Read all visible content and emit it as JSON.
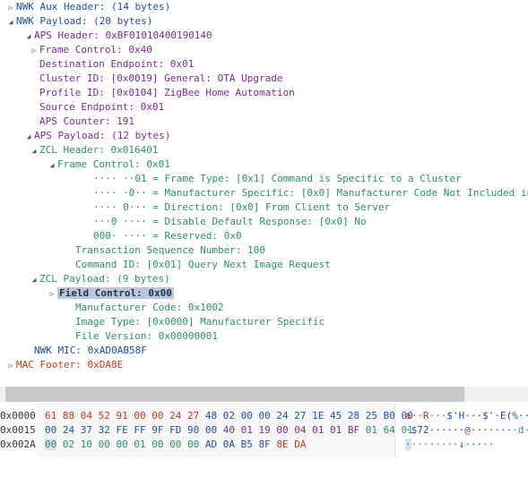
{
  "tree": [
    {
      "indent": 0,
      "arrow": "right",
      "color": "blue",
      "text": "NWK Aux Header: (14 bytes)"
    },
    {
      "indent": 0,
      "arrow": "down",
      "color": "blue",
      "text": "NWK Payload: (20 bytes)"
    },
    {
      "indent": 1,
      "arrow": "down",
      "color": "purple",
      "text": "APS Header: 0xBF01010400190140"
    },
    {
      "indent": 2,
      "arrow": "right",
      "color": "purple",
      "text": "Frame Control: 0x40"
    },
    {
      "indent": 2,
      "arrow": "none",
      "color": "purple",
      "text": "Destination Endpoint: 0x01"
    },
    {
      "indent": 2,
      "arrow": "none",
      "color": "purple",
      "text": "Cluster ID: [0x0019] General: OTA Upgrade"
    },
    {
      "indent": 2,
      "arrow": "none",
      "color": "purple",
      "text": "Profile ID: [0x0104] ZigBee Home Automation"
    },
    {
      "indent": 2,
      "arrow": "none",
      "color": "purple",
      "text": "Source Endpoint: 0x01"
    },
    {
      "indent": 2,
      "arrow": "none",
      "color": "purple",
      "text": "APS Counter: 191"
    },
    {
      "indent": 1,
      "arrow": "down",
      "color": "purple",
      "text": "APS Payload: (12 bytes)"
    },
    {
      "indent": 2,
      "arrow": "down",
      "color": "green",
      "text": "ZCL Header: 0x016401"
    },
    {
      "indent": 3,
      "arrow": "down",
      "color": "green",
      "text": "Frame Control: 0x01"
    },
    {
      "indent": 5,
      "arrow": "none",
      "color": "green",
      "text": "···· ··01 = Frame Type: [0x1] Command is Specific to a Cluster"
    },
    {
      "indent": 5,
      "arrow": "none",
      "color": "green",
      "text": "···· ·0·· = Manufacturer Specific: [0x0] Manufacturer Code Not Included in"
    },
    {
      "indent": 5,
      "arrow": "none",
      "color": "green",
      "text": "···· 0··· = Direction: [0x0] From Client to Server"
    },
    {
      "indent": 5,
      "arrow": "none",
      "color": "green",
      "text": "···0 ···· = Disable Default Response: [0x0] No"
    },
    {
      "indent": 5,
      "arrow": "none",
      "color": "green",
      "text": "000· ···· = Reserved: 0x0"
    },
    {
      "indent": 4,
      "arrow": "none",
      "color": "green",
      "text": "Transaction Sequence Number: 100"
    },
    {
      "indent": 4,
      "arrow": "none",
      "color": "green",
      "text": "Command ID: [0x01] Query Next Image Request"
    },
    {
      "indent": 2,
      "arrow": "down",
      "color": "green",
      "text": "ZCL Payload: (9 bytes)"
    },
    {
      "indent": 3,
      "arrow": "right",
      "color": "green",
      "text": "Field Control: 0x00",
      "selected": true
    },
    {
      "indent": 4,
      "arrow": "none",
      "color": "green",
      "text": "Manufacturer Code: 0x1002"
    },
    {
      "indent": 4,
      "arrow": "none",
      "color": "green",
      "text": "Image Type: [0x0000] Manufacturer Specific"
    },
    {
      "indent": 4,
      "arrow": "none",
      "color": "green",
      "text": "File Version: 0x00000001"
    },
    {
      "indent": 1,
      "arrow": "none",
      "color": "blue",
      "text": "NWK MIC: 0xAD0AB58F"
    },
    {
      "indent": 0,
      "arrow": "right",
      "color": "red",
      "text": "MAC Footer: 0xDA8E"
    }
  ],
  "hex_rows": [
    {
      "offset": "0x0000",
      "bytes": [
        {
          "v": "61",
          "c": "#c23a1c"
        },
        {
          "v": "88",
          "c": "#c23a1c"
        },
        {
          "v": "04",
          "c": "#c23a1c"
        },
        {
          "v": "52",
          "c": "#c23a1c"
        },
        {
          "v": "91",
          "c": "#c23a1c"
        },
        {
          "v": "00",
          "c": "#c23a1c"
        },
        {
          "v": "00",
          "c": "#c23a1c"
        },
        {
          "v": "24",
          "c": "#c23a1c"
        },
        {
          "v": "27",
          "c": "#c23a1c"
        },
        {
          "v": "48",
          "c": "#1f4fa3"
        },
        {
          "v": "02",
          "c": "#1f4fa3"
        },
        {
          "v": "00",
          "c": "#1f4fa3"
        },
        {
          "v": "00",
          "c": "#1f4fa3"
        },
        {
          "v": "24",
          "c": "#1f4fa3"
        },
        {
          "v": "27",
          "c": "#1f4fa3"
        },
        {
          "v": "1E",
          "c": "#1f4fa3"
        },
        {
          "v": "45",
          "c": "#1f4fa3"
        },
        {
          "v": "28",
          "c": "#1f4fa3"
        },
        {
          "v": "25",
          "c": "#1f4fa3"
        },
        {
          "v": "B0",
          "c": "#1f4fa3"
        },
        {
          "v": "00",
          "c": "#1f4fa3"
        }
      ],
      "ascii": [
        {
          "v": "a··R···",
          "c": "#c23a1c"
        },
        {
          "v": "$'H···$'·E(%··",
          "c": "#1f4fa3"
        }
      ]
    },
    {
      "offset": "0x0015",
      "bytes": [
        {
          "v": "00",
          "c": "#1f4fa3"
        },
        {
          "v": "24",
          "c": "#1f4fa3"
        },
        {
          "v": "37",
          "c": "#1f4fa3"
        },
        {
          "v": "32",
          "c": "#1f4fa3"
        },
        {
          "v": "FE",
          "c": "#1f4fa3"
        },
        {
          "v": "FF",
          "c": "#1f4fa3"
        },
        {
          "v": "9F",
          "c": "#1f4fa3"
        },
        {
          "v": "FD",
          "c": "#1f4fa3"
        },
        {
          "v": "90",
          "c": "#1f4fa3"
        },
        {
          "v": "00",
          "c": "#1f4fa3"
        },
        {
          "v": "40",
          "c": "#7a2d8c"
        },
        {
          "v": "01",
          "c": "#7a2d8c"
        },
        {
          "v": "19",
          "c": "#7a2d8c"
        },
        {
          "v": "00",
          "c": "#7a2d8c"
        },
        {
          "v": "04",
          "c": "#7a2d8c"
        },
        {
          "v": "01",
          "c": "#7a2d8c"
        },
        {
          "v": "01",
          "c": "#7a2d8c"
        },
        {
          "v": "BF",
          "c": "#7a2d8c"
        },
        {
          "v": "01",
          "c": "#2a8f6a"
        },
        {
          "v": "64",
          "c": "#2a8f6a"
        },
        {
          "v": "01",
          "c": "#2a8f6a"
        }
      ],
      "ascii": [
        {
          "v": "·$72······",
          "c": "#1f4fa3"
        },
        {
          "v": "@·······",
          "c": "#7a2d8c"
        },
        {
          "v": "·d·",
          "c": "#2a8f6a"
        }
      ]
    },
    {
      "offset": "0x002A",
      "bytes": [
        {
          "v": "00",
          "c": "#2a8f6a",
          "hl": true
        },
        {
          "v": "02",
          "c": "#2a8f6a"
        },
        {
          "v": "10",
          "c": "#2a8f6a"
        },
        {
          "v": "00",
          "c": "#2a8f6a"
        },
        {
          "v": "00",
          "c": "#2a8f6a"
        },
        {
          "v": "01",
          "c": "#2a8f6a"
        },
        {
          "v": "00",
          "c": "#2a8f6a"
        },
        {
          "v": "00",
          "c": "#2a8f6a"
        },
        {
          "v": "00",
          "c": "#2a8f6a"
        },
        {
          "v": "AD",
          "c": "#1f4fa3"
        },
        {
          "v": "0A",
          "c": "#1f4fa3"
        },
        {
          "v": "B5",
          "c": "#1f4fa3"
        },
        {
          "v": "8F",
          "c": "#1f4fa3"
        },
        {
          "v": "8E",
          "c": "#c23a1c"
        },
        {
          "v": "DA",
          "c": "#c23a1c"
        }
      ],
      "ascii": [
        {
          "v": "·",
          "c": "#2a8f6a",
          "hl": true
        },
        {
          "v": "········",
          "c": "#2a8f6a"
        },
        {
          "v": "↓···",
          "c": "#1f4fa3"
        },
        {
          "v": "··",
          "c": "#c23a1c"
        }
      ]
    }
  ]
}
